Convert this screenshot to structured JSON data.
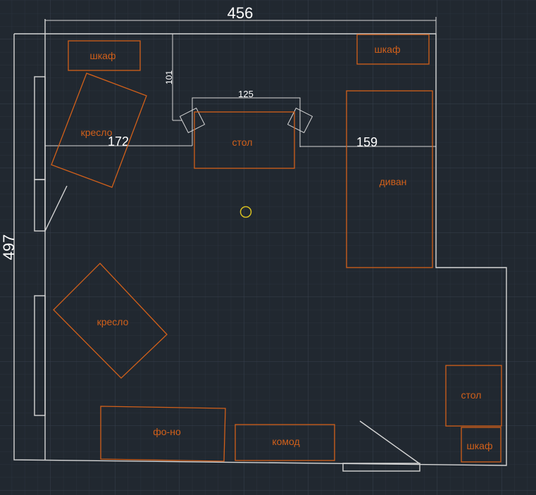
{
  "colors": {
    "background": "#212830",
    "furniture": "#d2601a",
    "walls": "#d6d6d6",
    "marker": "#d8c020"
  },
  "dimensions": {
    "overall_width": "456",
    "overall_height": "497",
    "left_gap": "172",
    "table_width": "125",
    "right_gap": "159",
    "top_offset": "101"
  },
  "furniture": {
    "wardrobe_top_left": "шкаф",
    "armchair_top": "кресло",
    "table_center": "стол",
    "wardrobe_top_right": "шкаф",
    "sofa": "диван",
    "armchair_left": "кресло",
    "piano": "фо-но",
    "dresser": "комод",
    "desk_right": "стол",
    "wardrobe_bottom_right": "шкаф"
  }
}
